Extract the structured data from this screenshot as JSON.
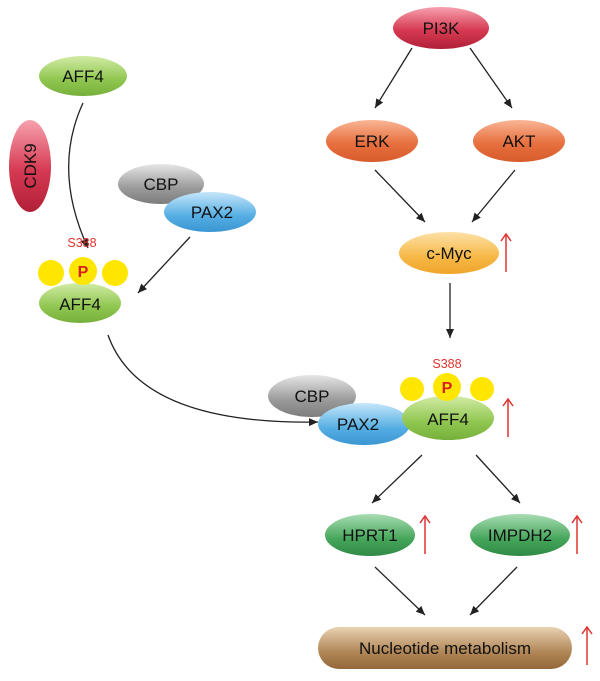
{
  "nodes": {
    "pi3k": "PI3K",
    "erk": "ERK",
    "akt": "AKT",
    "cmyc": "c-Myc",
    "aff4_top": "AFF4",
    "cdk9": "CDK9",
    "cbp_left": "CBP",
    "pax2_left": "PAX2",
    "aff4_left": "AFF4",
    "cbp_center": "CBP",
    "pax2_center": "PAX2",
    "aff4_center": "AFF4",
    "hprt1": "HPRT1",
    "impdh2": "IMPDH2",
    "nucleotide": "Nucleotide metabolism"
  },
  "phospho": {
    "site_left": "S388",
    "site_center": "S388",
    "p_left": "P",
    "p_center": "P"
  },
  "colors": {
    "red_node": "#cc2a45",
    "orange_node": "#e46a3f",
    "yellow_orange_node": "#f5b640",
    "light_green_node": "#8cc34c",
    "dark_green_node": "#3f9e55",
    "gray_node": "#8a8a8a",
    "blue_node": "#4aa3dd",
    "tan_node": "#a67c4e",
    "phospho_yellow": "#ffe600",
    "accent_red": "#e0322f"
  }
}
